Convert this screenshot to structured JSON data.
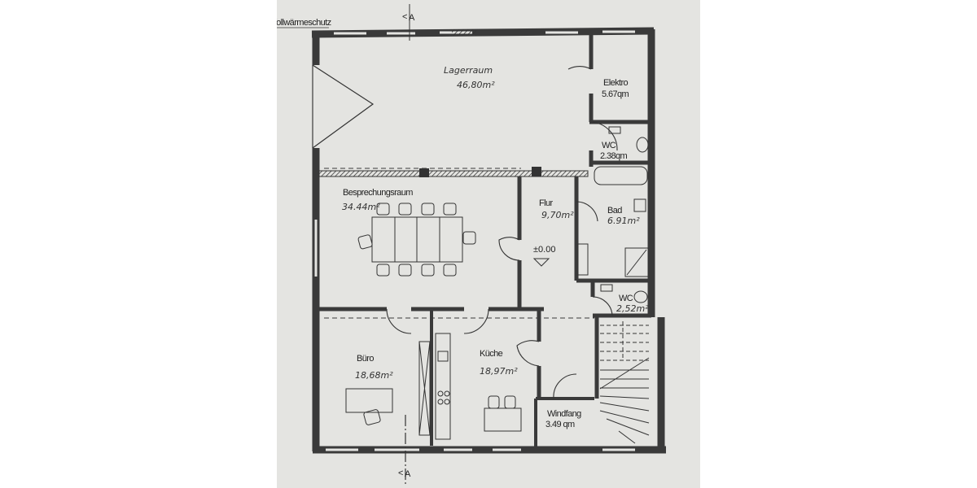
{
  "plan": {
    "insulation_note": "Vollwärmeschutz",
    "section_marker_top": "A",
    "section_marker_bottom": "A",
    "level_marker": "±0.00",
    "rooms": [
      {
        "name": "Lagerraum",
        "area": "46,80m²"
      },
      {
        "name": "Elektro",
        "area": "5.67qm"
      },
      {
        "name": "WC",
        "area": "2.38qm"
      },
      {
        "name": "Besprechungsraum",
        "area": "34.44m²"
      },
      {
        "name": "Flur",
        "area": "9,70m²"
      },
      {
        "name": "Bad",
        "area": "6.91m²"
      },
      {
        "name": "WC",
        "area": "2,52m²"
      },
      {
        "name": "Büro",
        "area": "18,68m²"
      },
      {
        "name": "Küche",
        "area": "18,97m²"
      },
      {
        "name": "Windfang",
        "area": "3.49 qm"
      }
    ],
    "colors": {
      "paper": "#e4e4e1",
      "ink": "#3a3a3a"
    }
  }
}
